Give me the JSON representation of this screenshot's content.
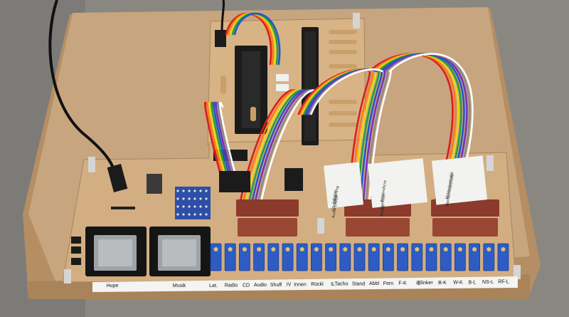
{
  "strip_labels": [
    "Hupe",
    "Musik",
    "Lat.",
    "Radio",
    "CD",
    "Audio",
    "Shuff",
    "IV",
    "Innen",
    "Rückl",
    "IL",
    "Tacho",
    "Stand",
    "Abbl",
    "Fern",
    "F-K",
    "IL",
    "Blinker",
    "B-K",
    "W-K",
    "B-L",
    "NS-L",
    "RF-L"
  ],
  "card_text_1": [
    "Laterne",
    "CD-Steuerung",
    "Audio On/Off"
  ],
  "card_text_2": [
    "Abblendlicht",
    "Fernlicht",
    "Blinker"
  ],
  "card_text_3": [
    "Blinkerkontrolle",
    "Warnblinkkontrolle"
  ],
  "colors": {
    "table": "#8a8781",
    "mdf": "#c7a57e",
    "pcb": "#d2ae82",
    "header_red": "#8b3a2b",
    "trimmer_blue": "#2e5cc4",
    "chip": "#1b1b1b"
  },
  "wire_colors": [
    "#d81e1e",
    "#ff7a1a",
    "#f2d31d",
    "#2a9d3a",
    "#1f58c9",
    "#7a2fc0",
    "#8a8a8a",
    "#ffffff"
  ]
}
